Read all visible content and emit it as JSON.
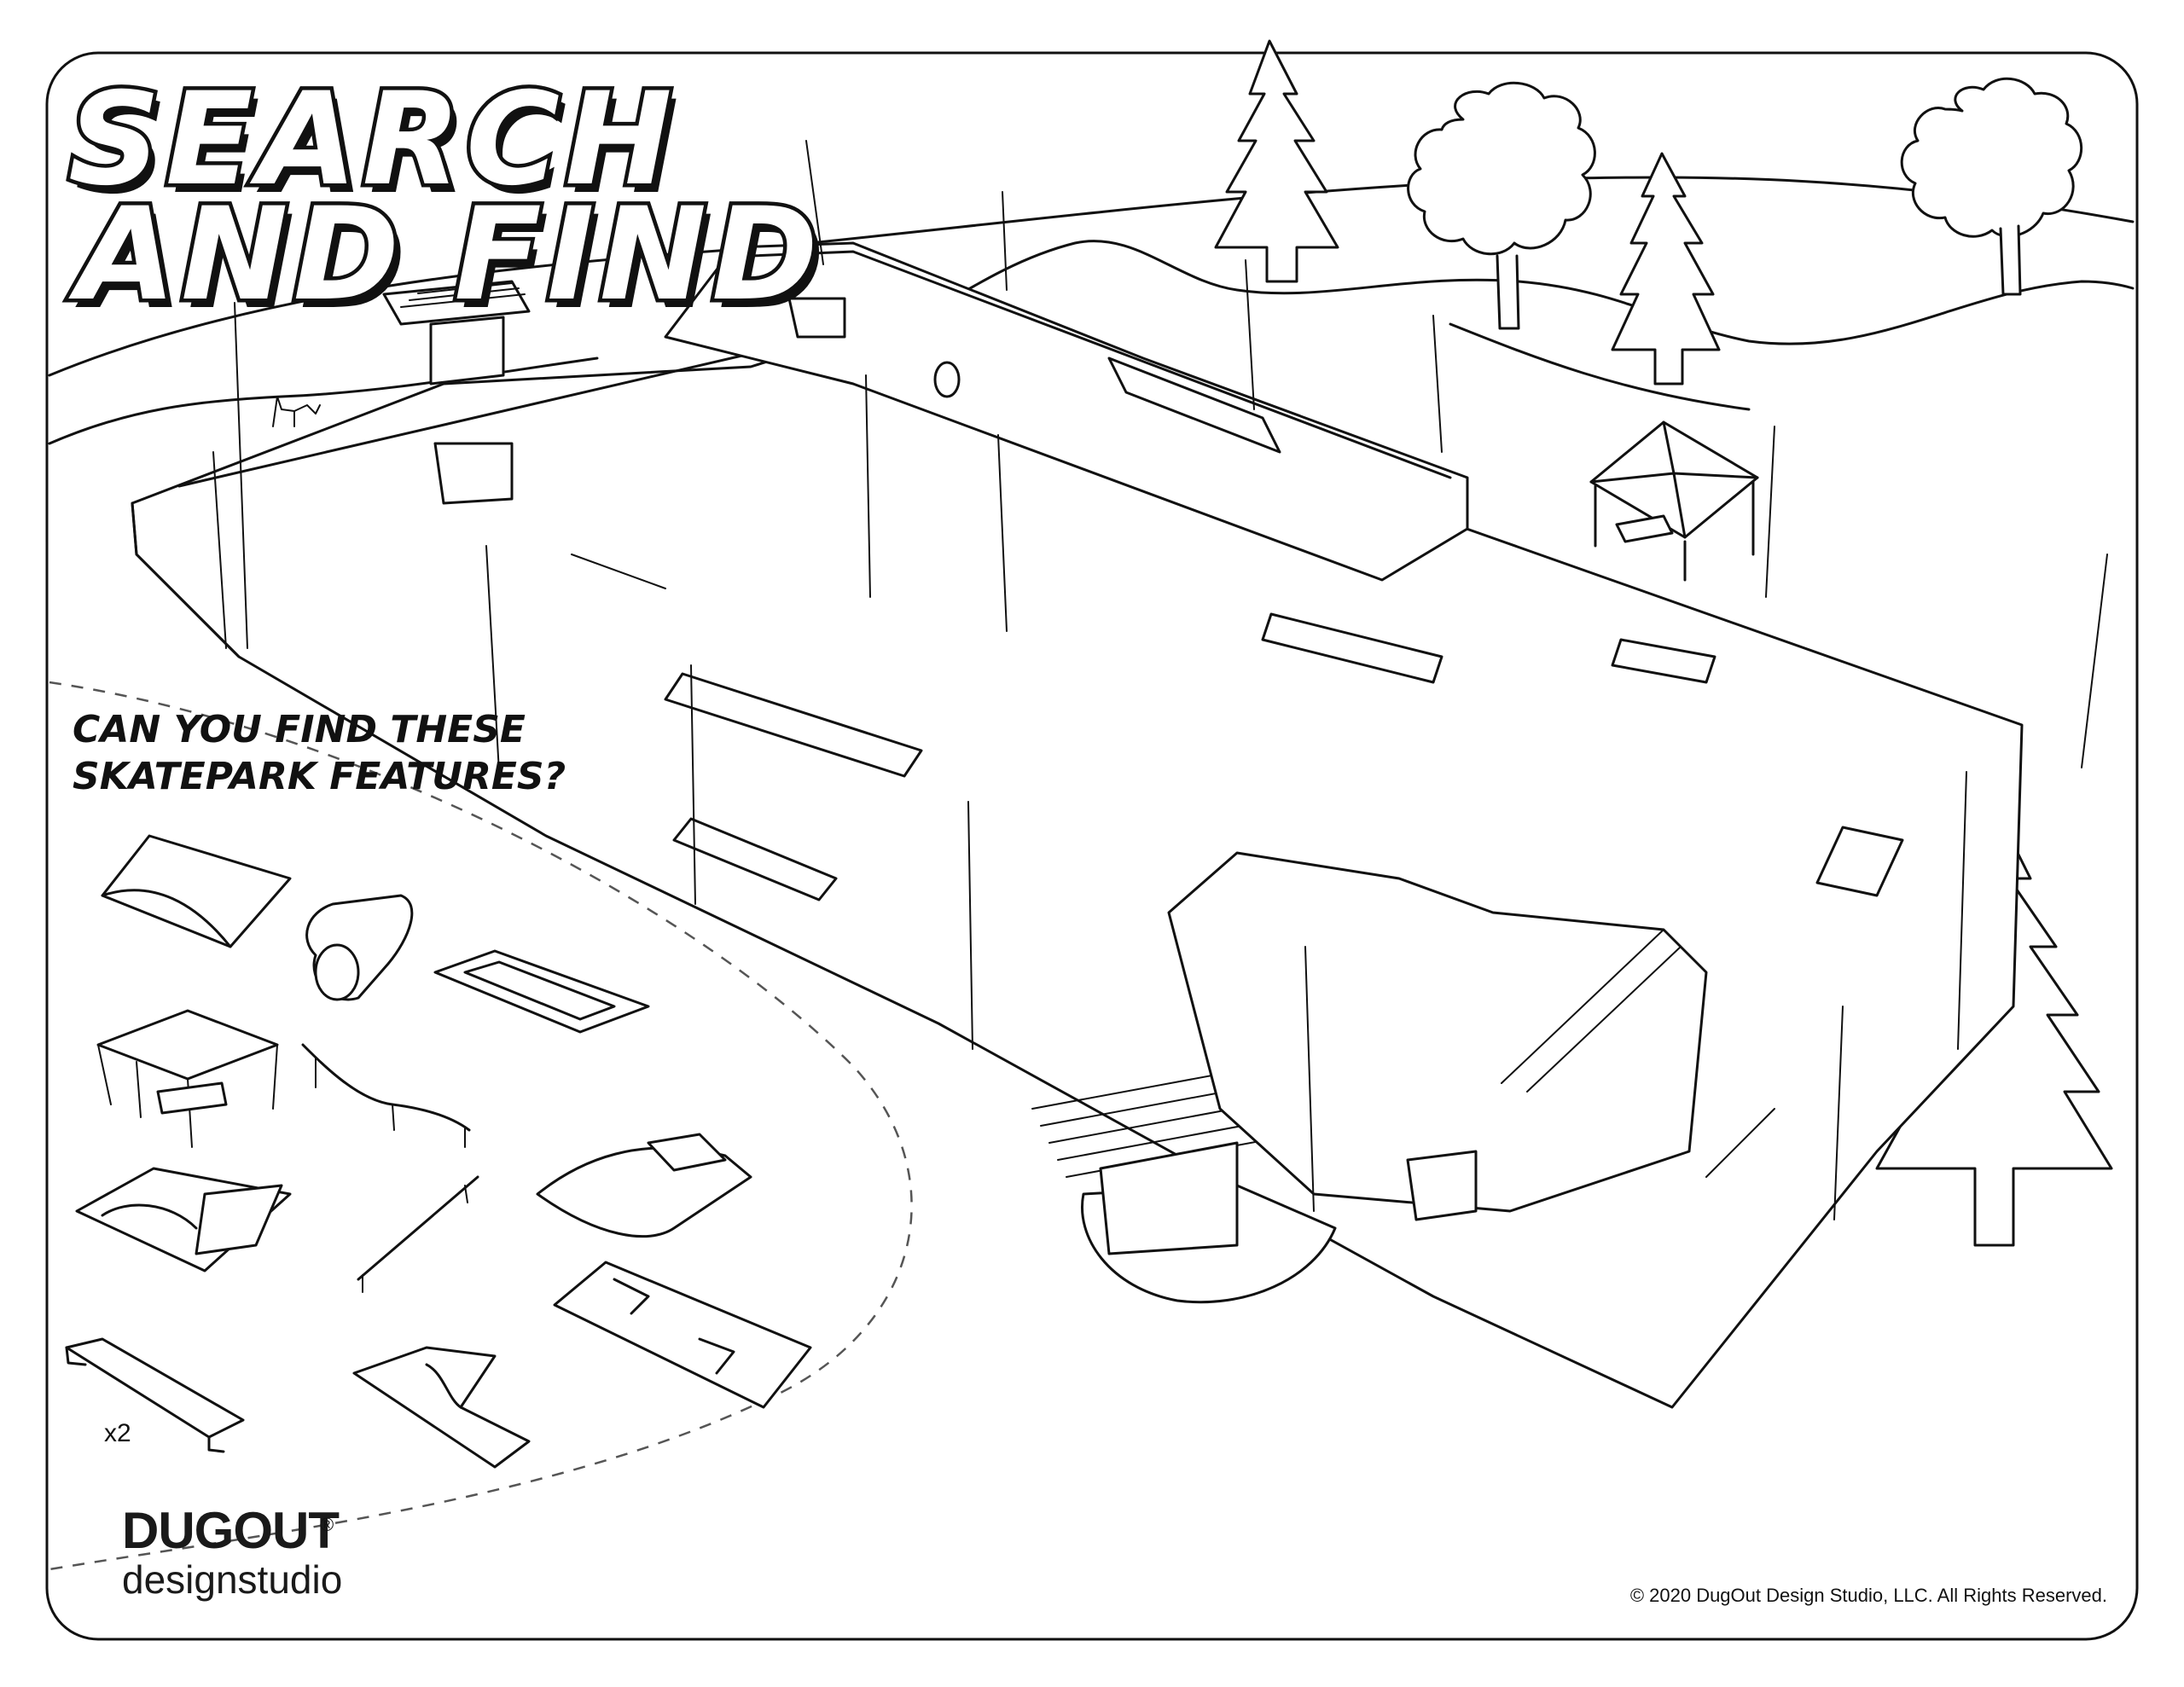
{
  "title": {
    "line1": "SEARCH",
    "line2": "AND FIND"
  },
  "prompt": {
    "line1": "CAN YOU FIND THESE",
    "line2": "SKATEPARK FEATURES?"
  },
  "feature_list": [
    {
      "name": "quarter-pipe-ramp-icon"
    },
    {
      "name": "tube-pipe-icon"
    },
    {
      "name": "manual-pad-icon"
    },
    {
      "name": "gazebo-shelter-icon"
    },
    {
      "name": "curved-rail-icon"
    },
    {
      "name": "pump-bump-icon"
    },
    {
      "name": "mini-bowl-icon"
    },
    {
      "name": "flat-rail-icon"
    },
    {
      "name": "step-ledge-icon"
    },
    {
      "name": "bench-icon",
      "count": "x2"
    },
    {
      "name": "l-ledge-icon"
    }
  ],
  "bench_count": "x2",
  "brand": {
    "main": "DUGOUT",
    "registered": "®",
    "sub": "designstudio"
  },
  "copyright": "© 2020 DugOut Design Studio, LLC. All Rights Reserved.",
  "colors": {
    "ink": "#111111",
    "paper": "#ffffff"
  }
}
